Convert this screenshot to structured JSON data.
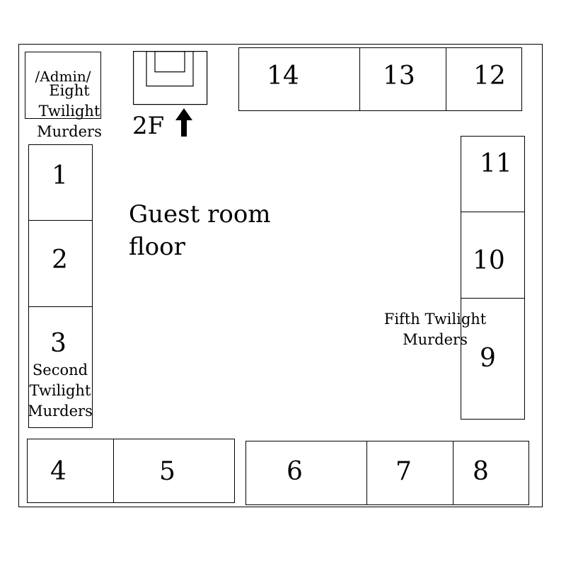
{
  "floor_label": [
    "Guest room",
    "floor"
  ],
  "stairs_label": "2F",
  "rooms": {
    "r1": "1",
    "r2": "2",
    "r3": "3",
    "r4": "4",
    "r5": "5",
    "r6": "6",
    "r7": "7",
    "r8": "8",
    "r9": "9",
    "r10": "10",
    "r11": "11",
    "r12": "12",
    "r13": "13",
    "r14": "14"
  },
  "admin_label": "/Admin/",
  "annotations": {
    "eighth": [
      "Eight",
      "Twilight",
      "Murders"
    ],
    "second": [
      "Second",
      "Twilight",
      "Murders"
    ],
    "fifth": [
      "Fifth Twilight",
      "Murders"
    ]
  },
  "icons": {
    "stairs_arrow": "arrow-up-icon",
    "staircase": "staircase-icon"
  }
}
